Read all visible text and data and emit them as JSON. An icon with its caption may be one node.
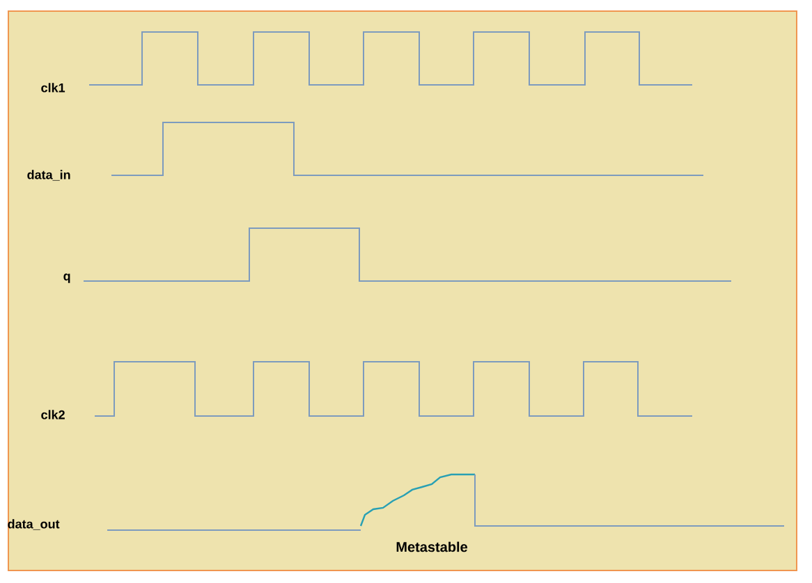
{
  "diagram": {
    "labels": [
      "clk1",
      "data_in",
      "q",
      "clk2",
      "data_out",
      "Metastable"
    ]
  }
}
